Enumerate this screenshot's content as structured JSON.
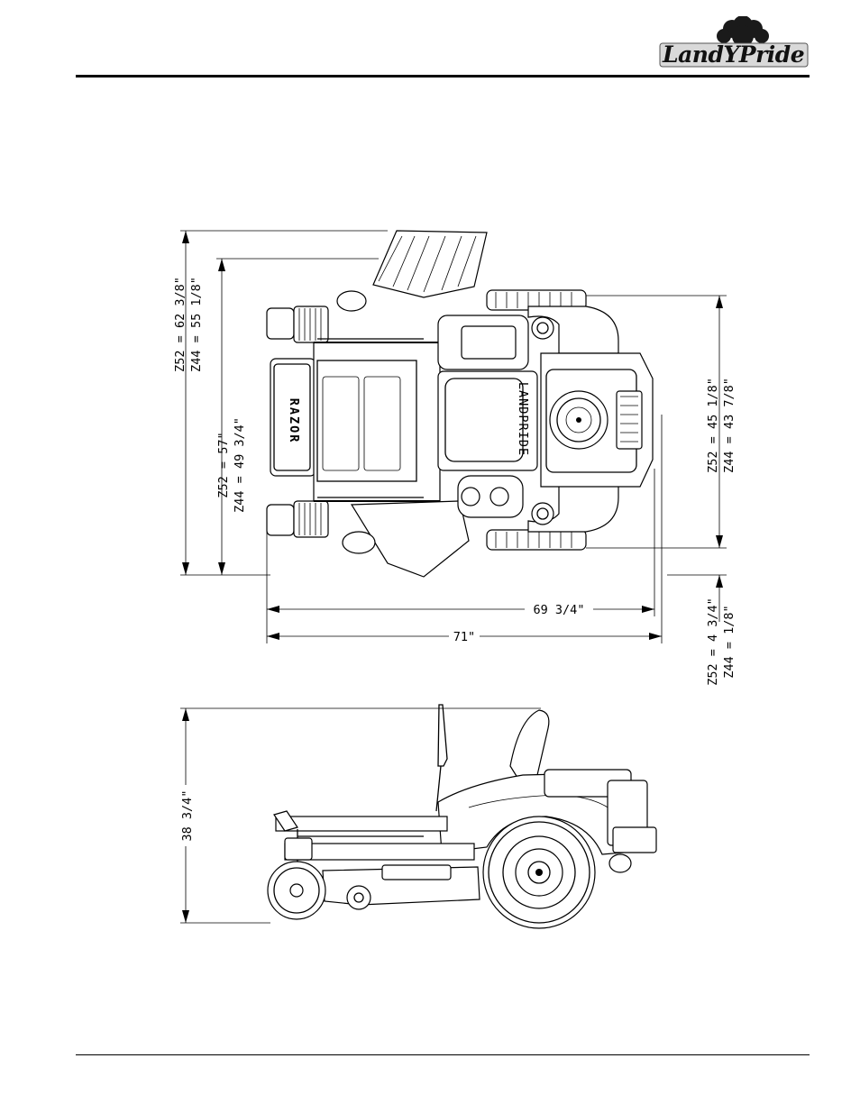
{
  "header": {
    "brand_name": "LandYPride"
  },
  "top_view_dimensions": {
    "overall_length_z52": "Z52 = 62 3/8\"",
    "overall_length_z44": "Z44 = 55 1/8\"",
    "wheelbase_z52": "Z52 = 57\"",
    "wheelbase_z44": "Z44 = 49 3/4\"",
    "rear_width_z52": "Z52 = 45 1/8\"",
    "rear_width_z44": "Z44 = 43 7/8\"",
    "offset_z52": "Z52 = 4 3/4\"",
    "offset_z44": "Z44 = 1/8\"",
    "width_inner": "69 3/4\"",
    "width_outer": "71\""
  },
  "side_view_dimensions": {
    "overall_height": "38 3/4\""
  },
  "deck_labels": {
    "brand": "RAZOR",
    "hood": "LANDPRIDE"
  }
}
